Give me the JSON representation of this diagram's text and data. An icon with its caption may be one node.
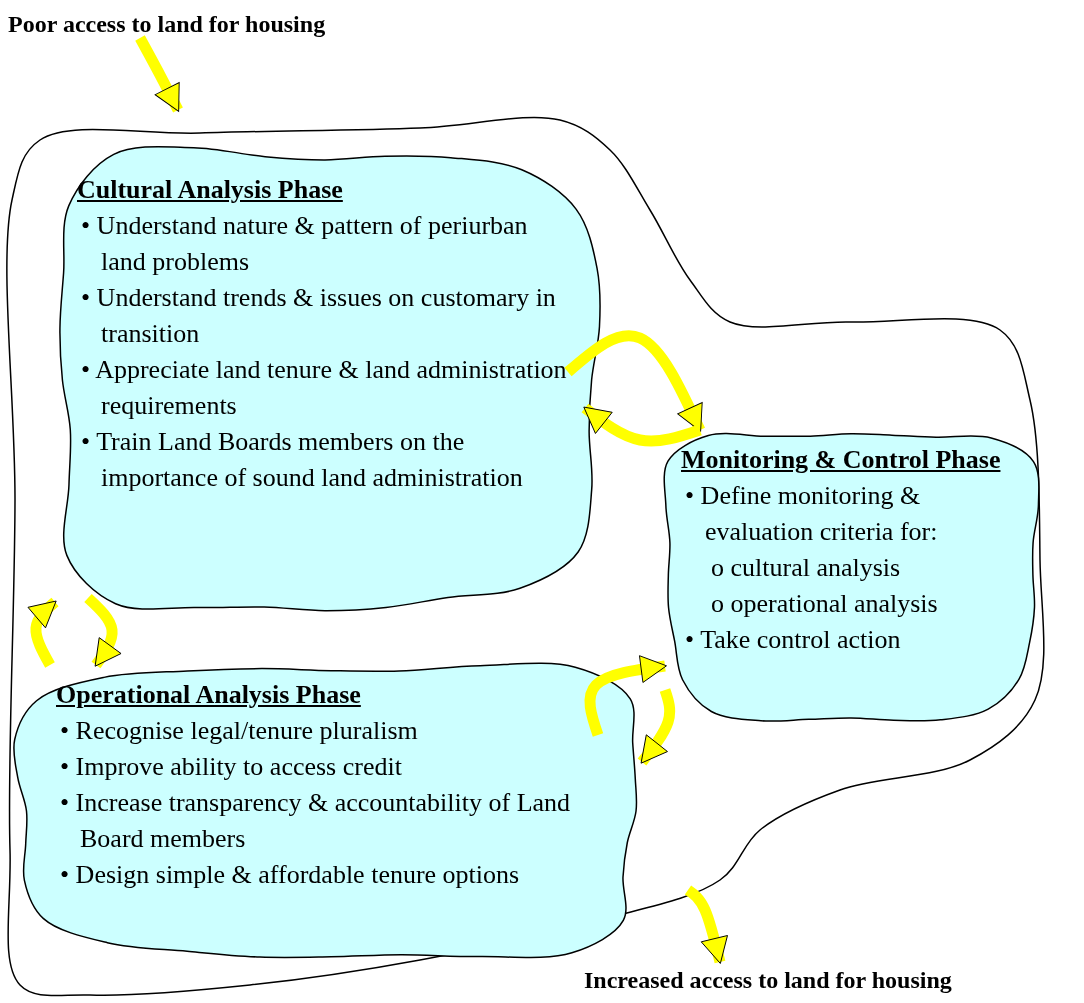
{
  "diagram": {
    "nodes": [
      {
        "text": [
          "Poor access to land for housing"
        ]
      },
      {
        "text": [],
        "shape": "cloud"
      },
      {
        "text": [
          "Cultural Analysis Phase",
          "• Understand nature & pattern of periurban land problems",
          "• Understand trends & issues on customary in transition",
          "• Appreciate land tenure & land administration requirements",
          "• Train Land Boards members on the importance of sound land administration"
        ],
        "in": 1
      },
      {
        "text": [
          "Monitoring & Control Phase",
          "• Define monitoring & evaluation criteria for:",
          "o cultural analysis",
          "o operational analysis",
          "• Take control action"
        ],
        "in": 1
      },
      {
        "text": [
          "Operational Analysis Phase",
          "• Recognise legal/tenure pluralism",
          "• Improve ability to access credit",
          "• Increase transparency & accountability of Land Board members",
          "• Design simple & affordable tenure options"
        ],
        "in": 1
      },
      {
        "text": [
          "Increased access to land for housing"
        ]
      }
    ],
    "edges": [
      {
        "from": 0,
        "to": 1,
        "arrow": "to"
      },
      {
        "from": 1,
        "to": 5,
        "arrow": "to"
      },
      {
        "from": 2,
        "to": 3,
        "arrow": "to"
      },
      {
        "from": 3,
        "to": 2,
        "arrow": "to"
      },
      {
        "from": 4,
        "to": 2,
        "arrow": "to"
      },
      {
        "from": 2,
        "to": 4,
        "arrow": "to"
      },
      {
        "from": 4,
        "to": 3,
        "arrow": "to"
      },
      {
        "from": 3,
        "to": 4,
        "arrow": "to"
      }
    ]
  }
}
